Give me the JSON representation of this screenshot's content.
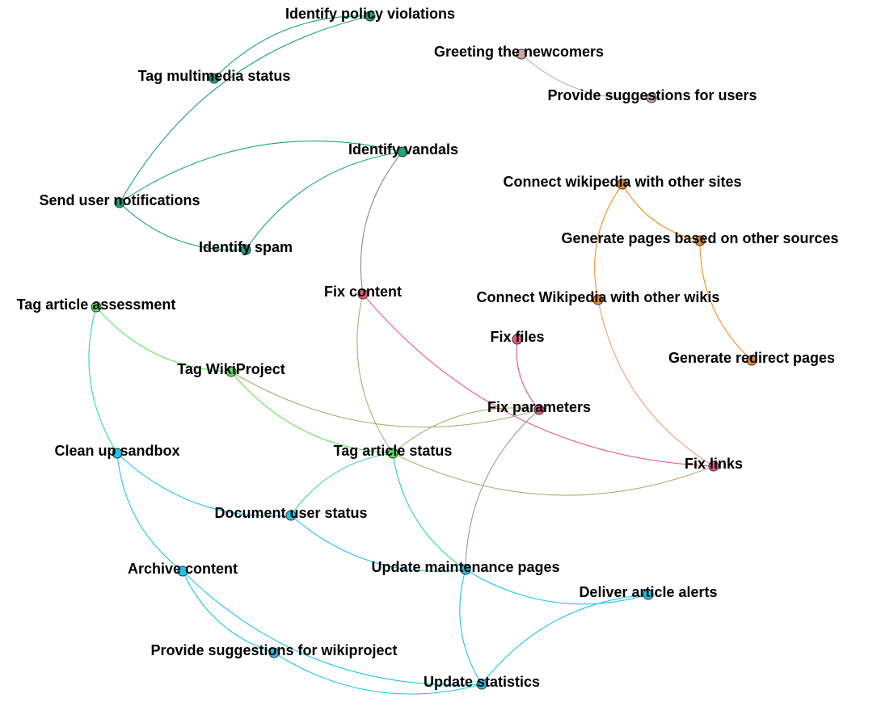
{
  "diagram": {
    "groups": {
      "teal": "#1aa57e",
      "rose": "#c9a9a6",
      "orange": "#f08c1e",
      "pink": "#e85a80",
      "green": "#5fe35f",
      "cyan": "#1ec4e8"
    },
    "nodes": [
      {
        "id": "policy",
        "label": "Identify policy violations",
        "group": "teal"
      },
      {
        "id": "multimedia",
        "label": "Tag multimedia status",
        "group": "teal"
      },
      {
        "id": "greet",
        "label": "Greeting the newcomers",
        "group": "rose"
      },
      {
        "id": "suggest_users",
        "label": "Provide suggestions for users",
        "group": "rose"
      },
      {
        "id": "vandals",
        "label": "Identify vandals",
        "group": "teal"
      },
      {
        "id": "connect_sites",
        "label": "Connect wikipedia with other sites",
        "group": "orange"
      },
      {
        "id": "notify",
        "label": "Send user notifications",
        "group": "teal"
      },
      {
        "id": "gen_pages",
        "label": "Generate pages based on other sources",
        "group": "orange"
      },
      {
        "id": "spam",
        "label": "Identify spam",
        "group": "teal"
      },
      {
        "id": "fix_content",
        "label": "Fix content",
        "group": "pink"
      },
      {
        "id": "connect_wikis",
        "label": "Connect Wikipedia with other wikis",
        "group": "orange"
      },
      {
        "id": "tag_assess",
        "label": "Tag article assessment",
        "group": "green"
      },
      {
        "id": "fix_files",
        "label": "Fix files",
        "group": "pink"
      },
      {
        "id": "gen_redirect",
        "label": "Generate redirect pages",
        "group": "orange"
      },
      {
        "id": "tag_wikiproj",
        "label": "Tag WikiProject",
        "group": "green"
      },
      {
        "id": "fix_params",
        "label": "Fix parameters",
        "group": "pink"
      },
      {
        "id": "sandbox",
        "label": "Clean up sandbox",
        "group": "cyan"
      },
      {
        "id": "tag_status",
        "label": "Tag article status",
        "group": "green"
      },
      {
        "id": "fix_links",
        "label": "Fix links",
        "group": "pink"
      },
      {
        "id": "doc_user",
        "label": "Document user status",
        "group": "cyan"
      },
      {
        "id": "maint",
        "label": "Update maintenance pages",
        "group": "cyan"
      },
      {
        "id": "archive",
        "label": "Archive content",
        "group": "cyan"
      },
      {
        "id": "alerts",
        "label": "Deliver article alerts",
        "group": "cyan"
      },
      {
        "id": "suggest_wp",
        "label": "Provide suggestions for wikiproject",
        "group": "cyan"
      },
      {
        "id": "stats",
        "label": "Update statistics",
        "group": "cyan"
      }
    ],
    "edges": [
      {
        "from": "policy",
        "to": "multimedia",
        "color": "#1aa57e"
      },
      {
        "from": "policy",
        "to": "notify",
        "color": "#1aa57e"
      },
      {
        "from": "greet",
        "to": "suggest_users",
        "color": "#c9a9a6"
      },
      {
        "from": "vandals",
        "to": "notify",
        "color": "#1aa57e"
      },
      {
        "from": "vandals",
        "to": "spam",
        "color": "#1aa57e"
      },
      {
        "from": "notify",
        "to": "spam",
        "color": "#1aa57e"
      },
      {
        "from": "vandals",
        "to": "fix_content",
        "color": "#7f8f8a"
      },
      {
        "from": "connect_sites",
        "to": "connect_wikis",
        "color": "#f08c1e"
      },
      {
        "from": "connect_sites",
        "to": "gen_pages",
        "color": "#f08c1e"
      },
      {
        "from": "gen_pages",
        "to": "gen_redirect",
        "color": "#f08c1e"
      },
      {
        "from": "connect_wikis",
        "to": "fix_links",
        "color": "#f0a070"
      },
      {
        "from": "fix_content",
        "to": "fix_links",
        "color": "#e85a80"
      },
      {
        "from": "fix_content",
        "to": "tag_status",
        "color": "#a8b070"
      },
      {
        "from": "fix_files",
        "to": "fix_params",
        "color": "#e85a80"
      },
      {
        "from": "tag_assess",
        "to": "tag_wikiproj",
        "color": "#5fe35f"
      },
      {
        "from": "tag_assess",
        "to": "sandbox",
        "color": "#3ad6a8"
      },
      {
        "from": "tag_wikiproj",
        "to": "tag_status",
        "color": "#5fe35f"
      },
      {
        "from": "tag_wikiproj",
        "to": "fix_params",
        "color": "#a8b070"
      },
      {
        "from": "fix_params",
        "to": "tag_status",
        "color": "#a8b070"
      },
      {
        "from": "fix_params",
        "to": "maint",
        "color": "#8a9ab8"
      },
      {
        "from": "tag_status",
        "to": "fix_links",
        "color": "#a8b070"
      },
      {
        "from": "tag_status",
        "to": "doc_user",
        "color": "#3ad6a8"
      },
      {
        "from": "tag_status",
        "to": "maint",
        "color": "#2ad6a0"
      },
      {
        "from": "sandbox",
        "to": "doc_user",
        "color": "#1ec4e8"
      },
      {
        "from": "sandbox",
        "to": "archive",
        "color": "#1ec4e8"
      },
      {
        "from": "doc_user",
        "to": "maint",
        "color": "#1ec4e8"
      },
      {
        "from": "maint",
        "to": "alerts",
        "color": "#1ec4e8"
      },
      {
        "from": "maint",
        "to": "stats",
        "color": "#1ec4e8"
      },
      {
        "from": "alerts",
        "to": "stats",
        "color": "#1ec4e8"
      },
      {
        "from": "archive",
        "to": "suggest_wp",
        "color": "#1ec4e8"
      },
      {
        "from": "archive",
        "to": "stats",
        "color": "#1ec4e8"
      },
      {
        "from": "suggest_wp",
        "to": "stats",
        "color": "#1ec4e8"
      }
    ]
  }
}
